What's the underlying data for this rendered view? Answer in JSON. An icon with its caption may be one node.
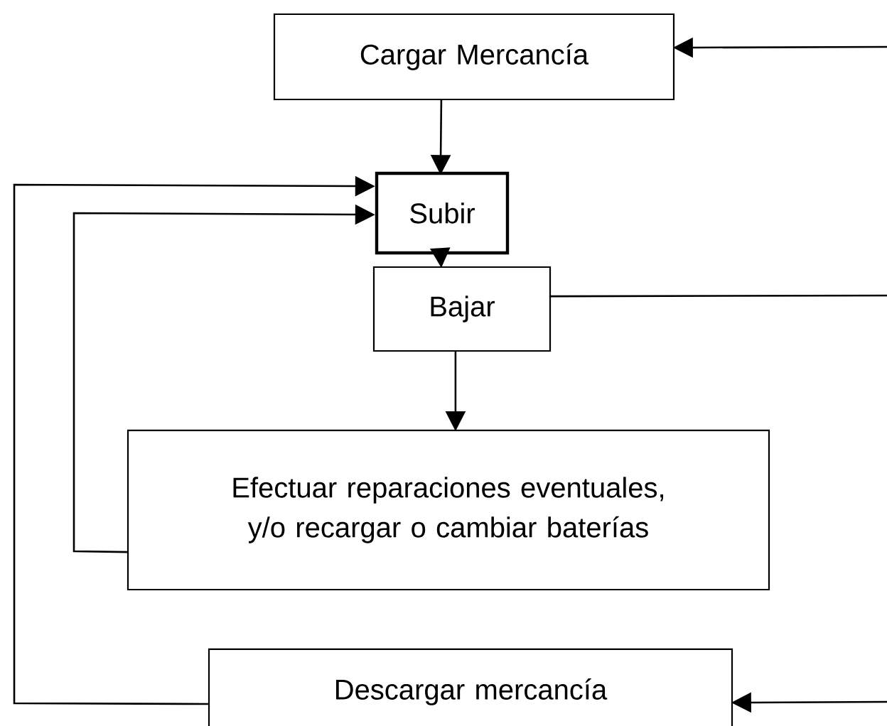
{
  "diagram": {
    "nodes": [
      {
        "text": [
          "Cargar Mercancía"
        ]
      },
      {
        "text": [
          "Subir"
        ]
      },
      {
        "text": [
          "Bajar"
        ]
      },
      {
        "text": [
          "Efectuar reparaciones eventuales, y/o recargar o cambiar baterías"
        ]
      },
      {
        "text": [
          "Descargar mercancía"
        ]
      }
    ],
    "edges": [
      {
        "from": 0,
        "to": 1,
        "arrow": "to"
      },
      {
        "from": 1,
        "to": 2,
        "arrow": "to"
      },
      {
        "from": 2,
        "to": 3,
        "arrow": "to"
      },
      {
        "from": 3,
        "to": 1,
        "arrow": "to"
      },
      {
        "from": 4,
        "to": 1,
        "arrow": "to"
      },
      {
        "from": 2,
        "to": null,
        "arrow": "none"
      },
      {
        "from": null,
        "to": 0,
        "arrow": "to"
      },
      {
        "from": null,
        "to": 4,
        "arrow": "to"
      }
    ]
  }
}
